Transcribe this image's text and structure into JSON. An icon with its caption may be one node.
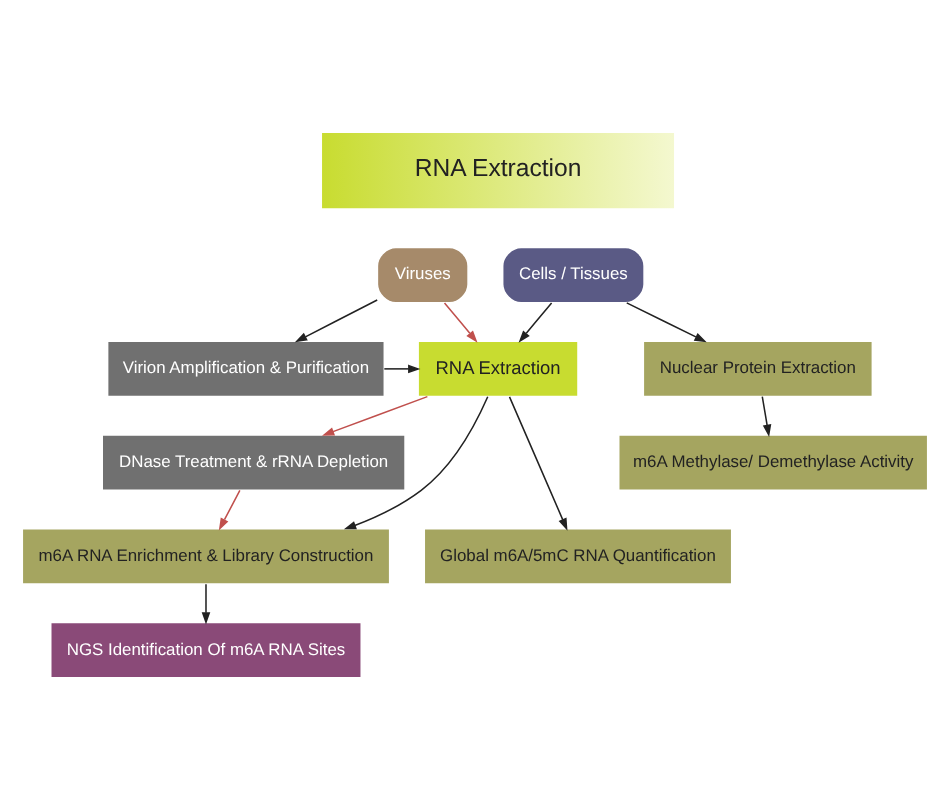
{
  "diagram": {
    "nodes": [
      {
        "text": [
          "RNA Extraction"
        ]
      },
      {
        "text": [
          "Viruses"
        ]
      },
      {
        "text": [
          "Cells / Tissues"
        ]
      },
      {
        "text": [
          "Virion Amplification & Purification"
        ]
      },
      {
        "text": [
          "RNA Extraction"
        ]
      },
      {
        "text": [
          "Nuclear Protein Extraction"
        ]
      },
      {
        "text": [
          "DNase Treatment & rRNA Depletion"
        ]
      },
      {
        "text": [
          "m6A Methylase/ Demethylase Activity"
        ]
      },
      {
        "text": [
          "m6A RNA Enrichment & Library Construction"
        ]
      },
      {
        "text": [
          "Global m6A/5mC RNA Quantification"
        ]
      },
      {
        "text": [
          "NGS Identification Of m6A RNA Sites"
        ]
      }
    ],
    "edges": [
      {
        "from": 1,
        "to": 3,
        "arrow": "to"
      },
      {
        "from": 1,
        "to": 4,
        "arrow": "to",
        "color": "#c0504d"
      },
      {
        "from": 2,
        "to": 4,
        "arrow": "to"
      },
      {
        "from": 2,
        "to": 5,
        "arrow": "to"
      },
      {
        "from": 3,
        "to": 4,
        "arrow": "to"
      },
      {
        "from": 4,
        "to": 6,
        "arrow": "to",
        "color": "#c0504d"
      },
      {
        "from": 6,
        "to": 8,
        "arrow": "to",
        "color": "#c0504d"
      },
      {
        "from": 4,
        "to": 8,
        "arrow": "to"
      },
      {
        "from": 4,
        "to": 9,
        "arrow": "to"
      },
      {
        "from": 5,
        "to": 7,
        "arrow": "to"
      },
      {
        "from": 8,
        "to": 10,
        "arrow": "to"
      }
    ]
  }
}
